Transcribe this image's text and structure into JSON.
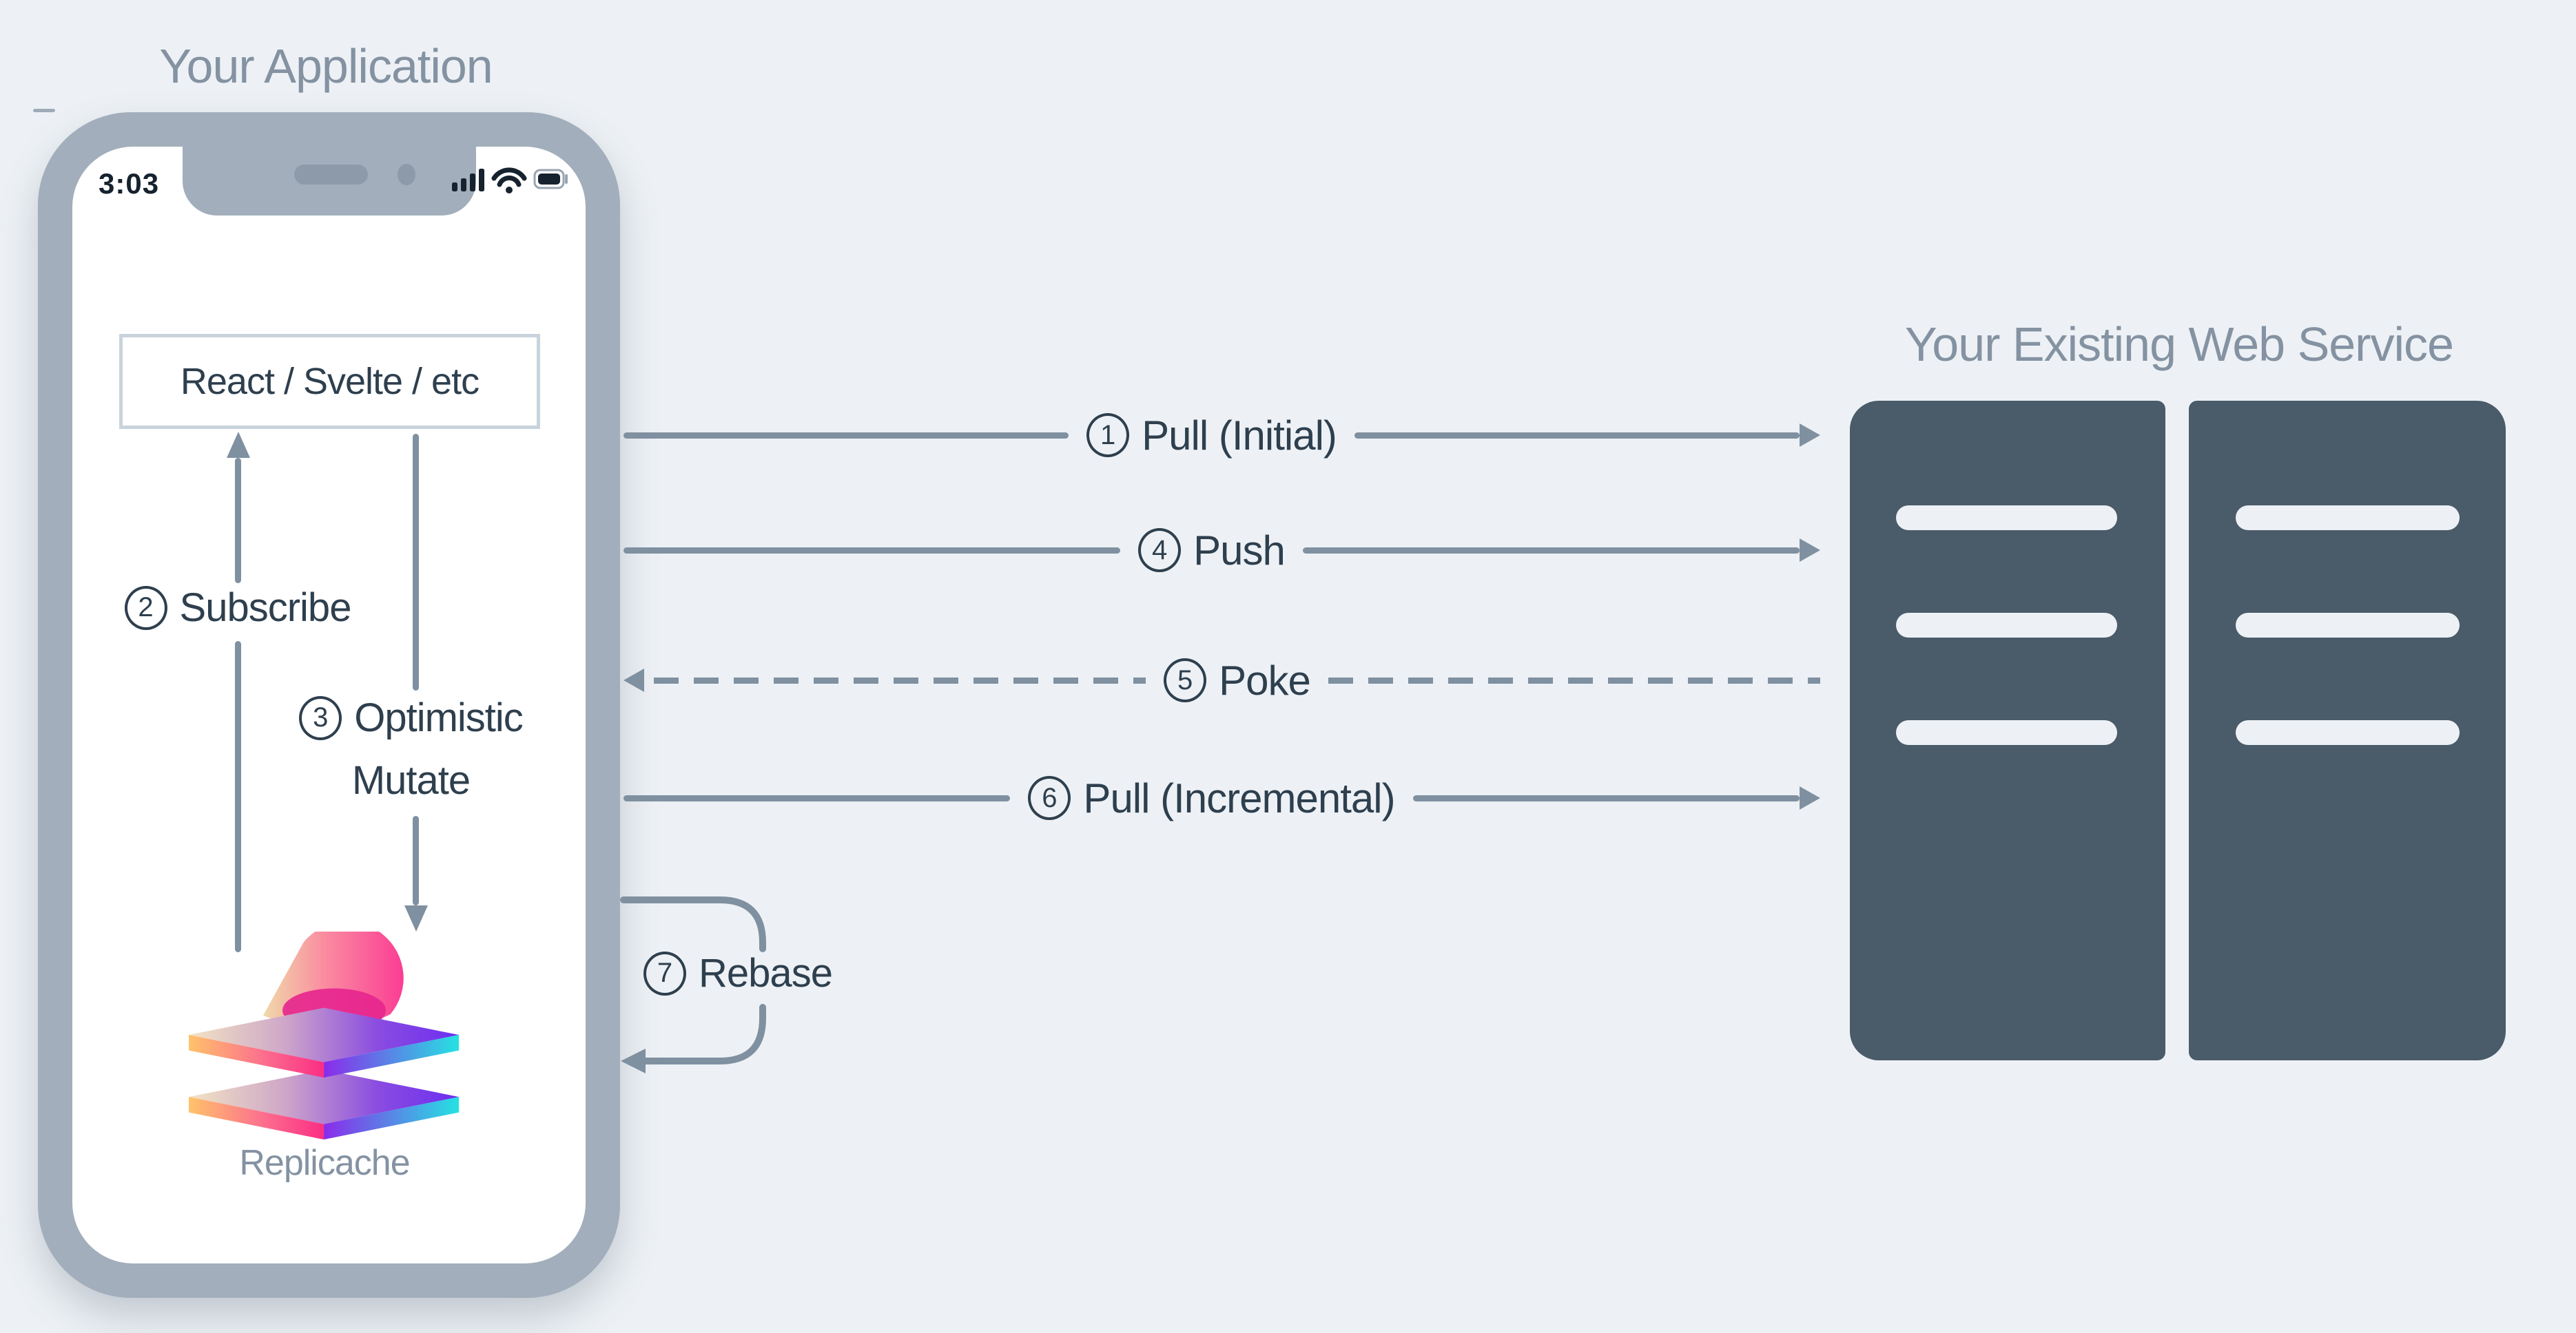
{
  "application": {
    "title": "Your Application",
    "phone": {
      "time": "3:03",
      "status_icons": [
        "signal-icon",
        "wifi-icon",
        "battery-icon"
      ]
    },
    "ui_box_label": "React / Svelte / etc",
    "logo_caption": "Replicache"
  },
  "web_service": {
    "title": "Your Existing Web Service",
    "rack_count": 2,
    "slots_per_rack": 3
  },
  "flows": [
    {
      "num": "1",
      "label": "Pull (Initial)",
      "direction": "app-to-server",
      "style": "solid"
    },
    {
      "num": "2",
      "label": "Subscribe",
      "direction": "replicache-to-ui",
      "style": "solid"
    },
    {
      "num": "3",
      "label": "Optimistic Mutate",
      "lines": [
        "Optimistic",
        "Mutate"
      ],
      "direction": "ui-to-replicache",
      "style": "solid"
    },
    {
      "num": "4",
      "label": "Push",
      "direction": "app-to-server",
      "style": "solid"
    },
    {
      "num": "5",
      "label": "Poke",
      "direction": "server-to-app",
      "style": "dashed"
    },
    {
      "num": "6",
      "label": "Pull (Incremental)",
      "direction": "app-to-server",
      "style": "solid"
    },
    {
      "num": "7",
      "label": "Rebase",
      "direction": "loop-at-app",
      "style": "solid"
    }
  ],
  "colors": {
    "background": "#edf1f5",
    "phone_frame": "#a2aebb",
    "arrow_line": "#7f90a0",
    "dark_text": "#2e3f4e",
    "muted_text": "#8492a2",
    "server_rack": "#4a5b69",
    "ui_box_border": "#c9d3dc"
  }
}
